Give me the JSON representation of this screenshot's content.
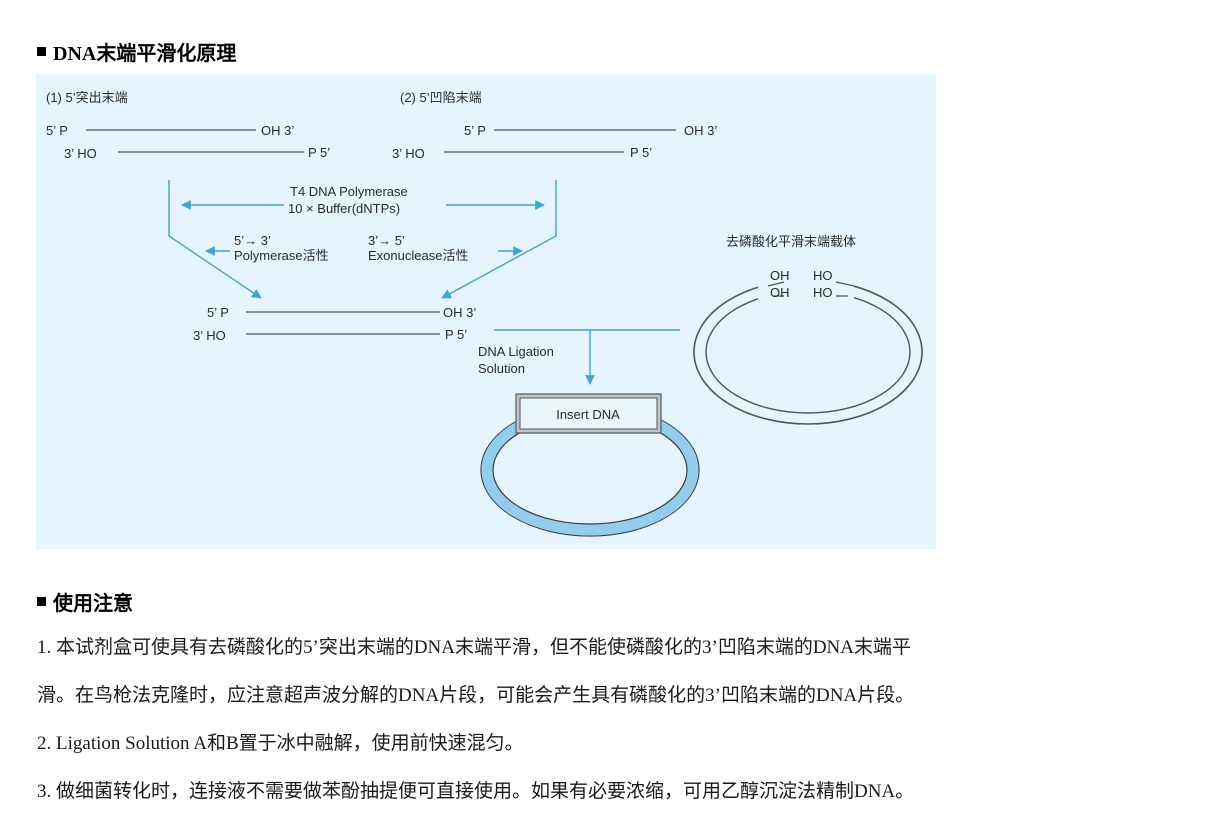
{
  "section1": {
    "title": "DNA末端平滑化原理"
  },
  "figure": {
    "case1_label": "(1) 5’突出末端",
    "case2_label": "(2) 5’凹陷末端",
    "case1_top_left": "5’ P",
    "case1_top_right": "OH 3’",
    "case1_bottom_left": "3’ HO",
    "case1_bottom_right": "P 5’",
    "case2_top_left": "5’ P",
    "case2_top_right": "OH 3’",
    "case2_bottom_left": "3’ HO",
    "case2_bottom_right": "P 5’",
    "enzyme_line1": "T4 DNA Polymerase",
    "enzyme_line2": "10 × Buffer(dNTPs)",
    "left_activity_line1": "5’→ 3’",
    "left_activity_line2": "Polymerase活性",
    "right_activity_line1": "3’→ 5’",
    "right_activity_line2": "Exonuclease活性",
    "result_top_left": "5’ P",
    "result_top_right": "OH 3’",
    "result_bottom_left": "3’ HO",
    "result_bottom_right": "P 5’",
    "ligation_line1": "DNA Ligation",
    "ligation_line2": "Solution",
    "vector_label": "去磷酸化平滑末端载体",
    "vector_oh1": "OH",
    "vector_oh2": "OH",
    "vector_ho1": "HO",
    "vector_ho2": "HO",
    "insert_label": "Insert DNA",
    "colors": {
      "background": "#e6f4fd",
      "arrow": "#3aa6dc",
      "ring": "#93cdee",
      "ring_edge": "#3d3d3d"
    }
  },
  "section2": {
    "title": "使用注意"
  },
  "notes": {
    "p1_line1": "1. 本试剂盒可使具有去磷酸化的5’突出末端的DNA末端平滑，但不能使磷酸化的3’凹陷末端的DNA末端平",
    "p1_line2": "滑。在鸟枪法克隆时，应注意超声波分解的DNA片段，可能会产生具有磷酸化的3’凹陷末端的DNA片段。",
    "p2": "2. Ligation Solution A和B置于冰中融解，使用前快速混匀。",
    "p3": "3. 做细菌转化时，连接液不需要做苯酚抽提便可直接使用。如果有必要浓缩，可用乙醇沉淀法精制DNA。"
  }
}
